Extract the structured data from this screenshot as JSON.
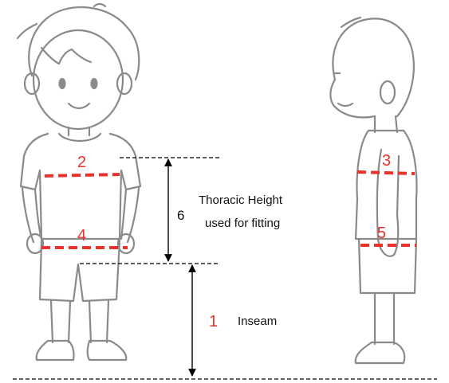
{
  "markers": {
    "m1": "1",
    "m2": "2",
    "m3": "3",
    "m4": "4",
    "m5": "5",
    "m6": "6"
  },
  "labels": {
    "thoracic_line1": "Thoracic Height",
    "thoracic_line2": "used for fitting",
    "inseam": "Inseam"
  },
  "colors": {
    "measurement_red": "#e8322b",
    "guide_black": "#000000",
    "figure_gray": "#8a8a8a"
  }
}
